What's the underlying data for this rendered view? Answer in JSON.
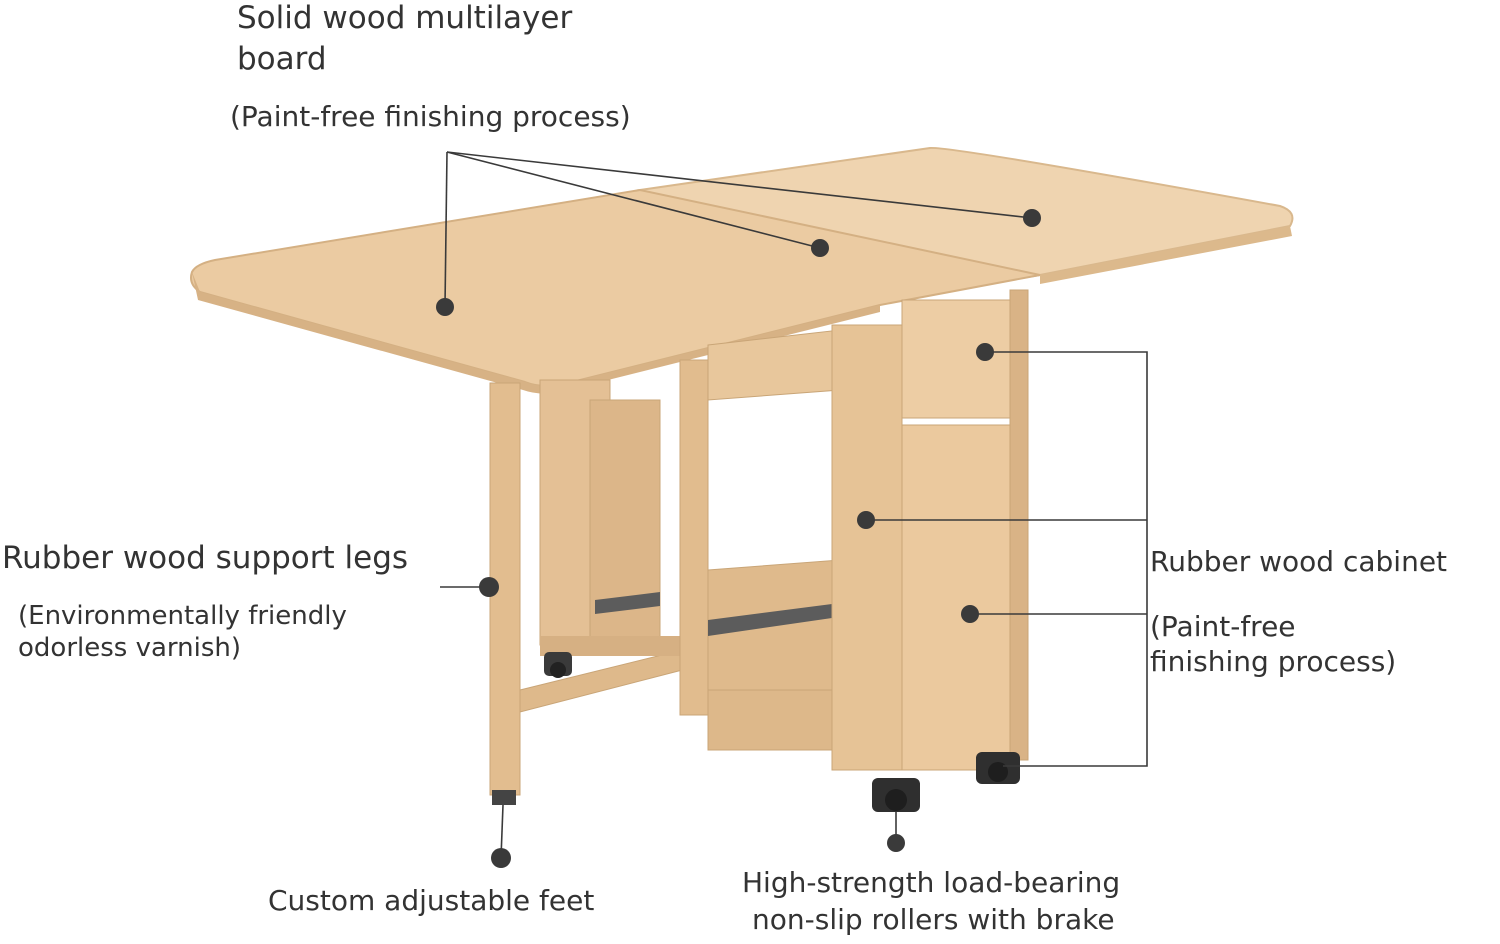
{
  "annotations": {
    "top": {
      "title_line1": "Solid wood multilayer",
      "title_line2": "board",
      "note": "(Paint-free finishing process)"
    },
    "legs": {
      "title": "Rubber wood support legs",
      "note_line1": "(Environmentally friendly",
      "note_line2": "odorless varnish)"
    },
    "cabinet": {
      "title": "Rubber wood cabinet",
      "note_line1": "(Paint-free",
      "note_line2": "finishing process)"
    },
    "feet": {
      "title": "Custom adjustable feet"
    },
    "rollers": {
      "title_line1": "High-strength load-bearing",
      "title_line2": "non-slip rollers with brake"
    }
  },
  "colors": {
    "wood": "#e6c49a",
    "wood_light": "#efd3ad",
    "wood_dark": "#c9a577",
    "callout": "#3a3a3a",
    "text": "#333333"
  }
}
